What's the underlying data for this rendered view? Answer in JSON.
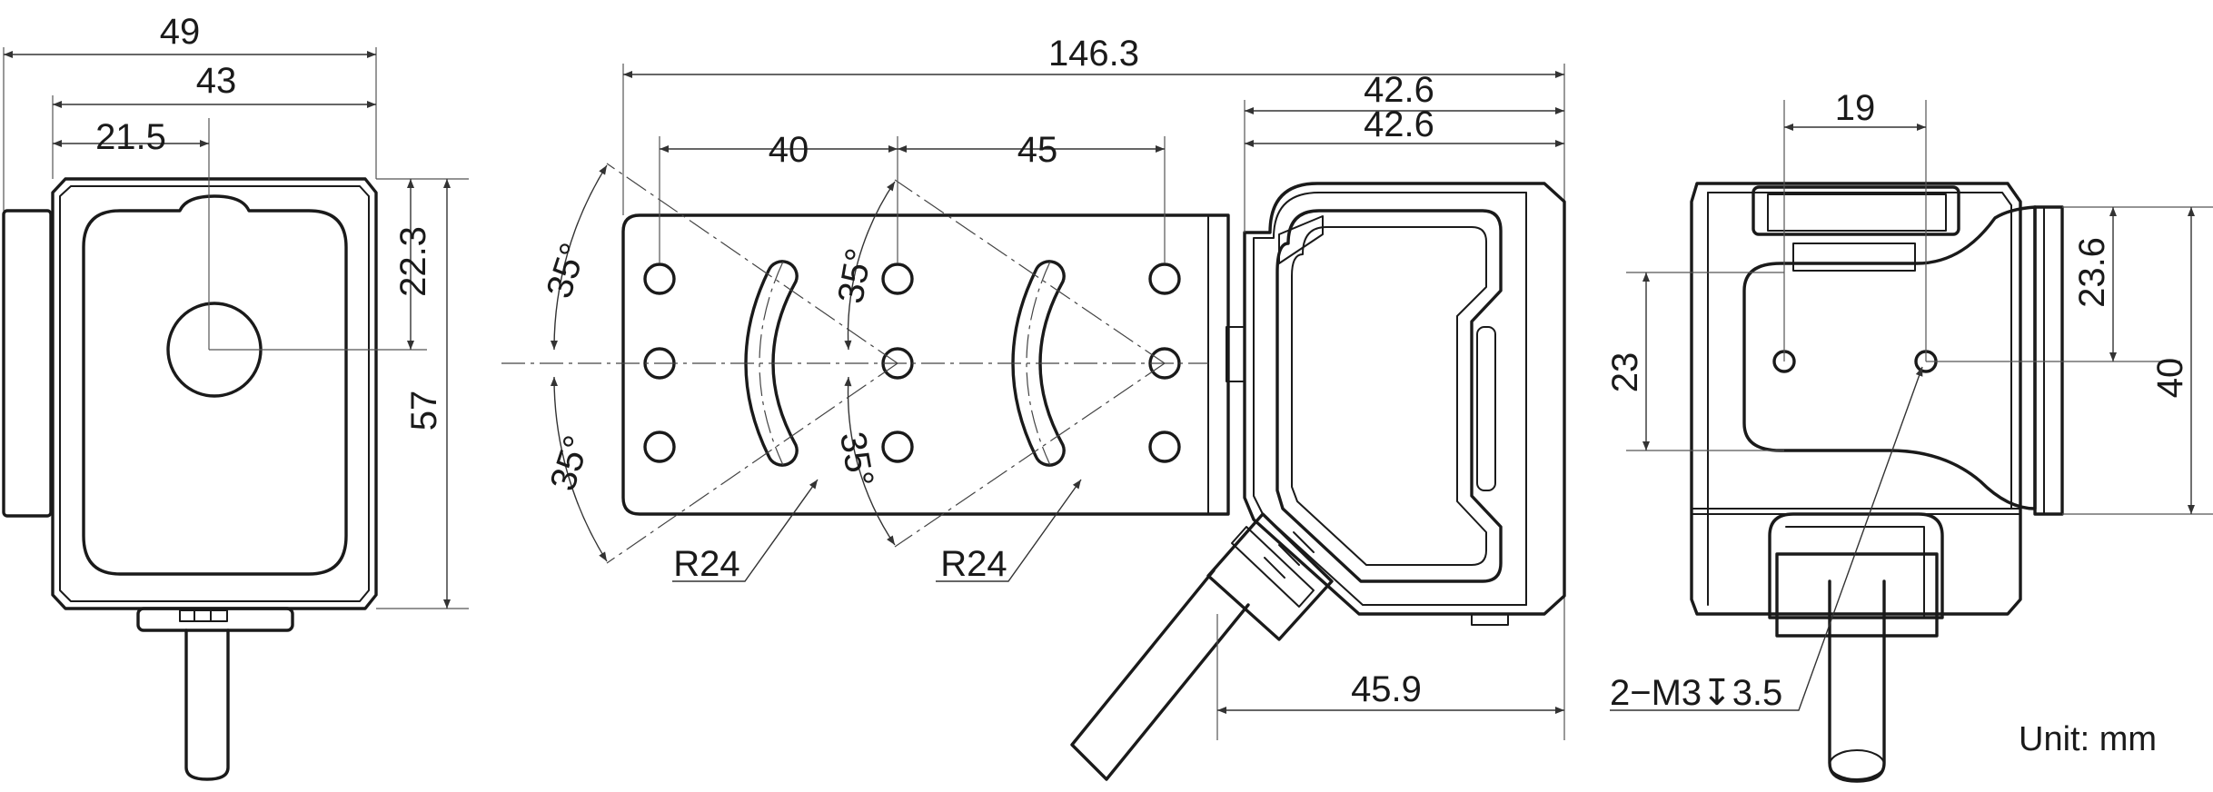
{
  "dimensions": {
    "front": {
      "width_outer": "49",
      "width_inner": "43",
      "half_width": "21.5",
      "center_offset": "22.3",
      "height": "57"
    },
    "bracket": {
      "total_length": "146.3",
      "hole_spacing_a": "40",
      "hole_spacing_b": "45",
      "angle_upper": "35°",
      "angle_lower": "35°",
      "angle_mid_upper": "35°",
      "angle_mid_lower": "35°",
      "radius_a": "R24",
      "radius_b": "R24"
    },
    "side": {
      "depth_a": "42.6",
      "depth_b": "42.6",
      "body_length": "45.9"
    },
    "rear": {
      "hole_spacing": "19",
      "hole_height": "23",
      "height_a": "23.6",
      "height_b": "40",
      "thread_callout": "2−M3↧3.5"
    }
  },
  "unit_label": "Unit: mm"
}
